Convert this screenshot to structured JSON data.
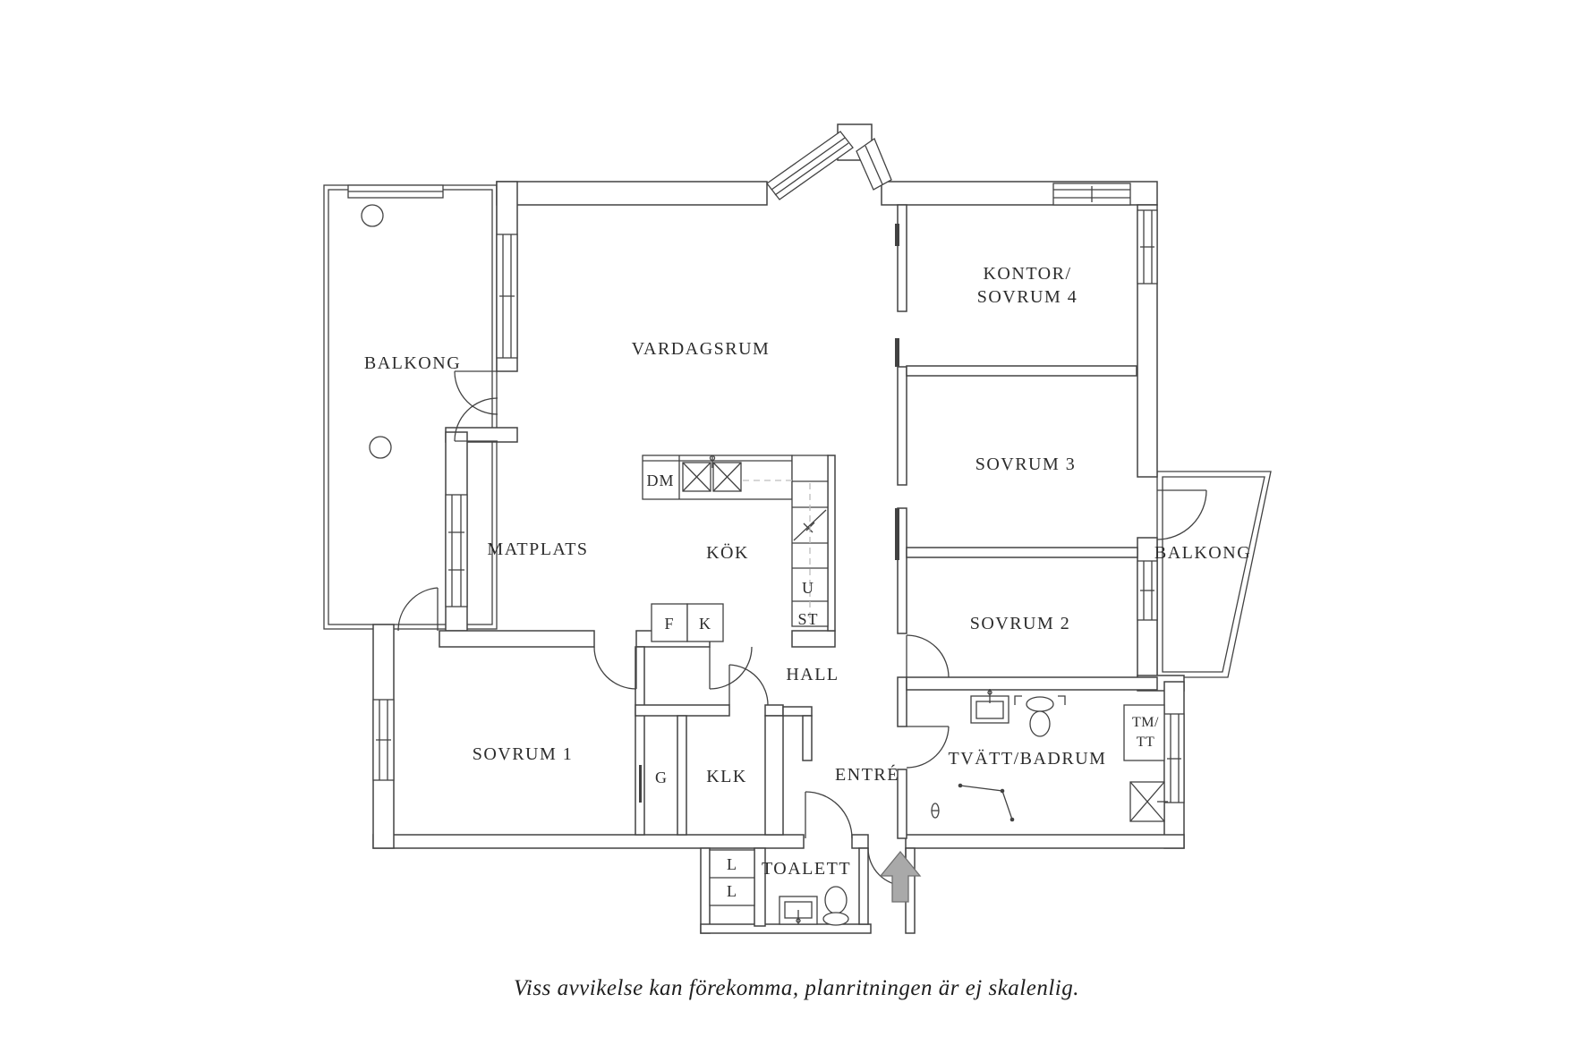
{
  "floorplan": {
    "rooms": {
      "balkong_left": "BALKONG",
      "vardagsrum": "VARDAGSRUM",
      "kontor_line1": "KONTOR/",
      "kontor_line2": "SOVRUM 4",
      "sovrum3": "SOVRUM 3",
      "balkong_right": "BALKONG",
      "matplats": "MATPLATS",
      "kok": "KÖK",
      "sovrum2": "SOVRUM 2",
      "hall": "HALL",
      "sovrum1": "SOVRUM 1",
      "klk": "KLK",
      "entre": "ENTRÉ",
      "tvatt_badrum": "TVÄTT/BADRUM",
      "tm_line1": "TM/",
      "tm_line2": "TT",
      "toalett": "TOALETT"
    },
    "labels": {
      "dm": "DM",
      "u": "U",
      "st": "ST",
      "f": "F",
      "k": "K",
      "g": "G",
      "l1": "L",
      "l2": "L"
    },
    "caption": "Viss avvikelse kan förekomma, planritningen är ej skalenlig.",
    "colors": {
      "line": "#424242",
      "arrow_fill": "#a9a9a9",
      "background": "#ffffff"
    }
  }
}
